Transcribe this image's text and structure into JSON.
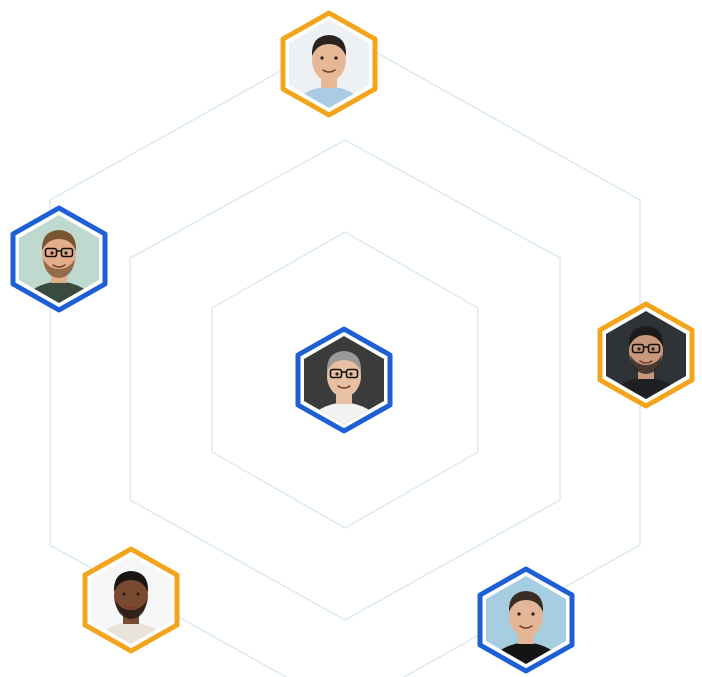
{
  "colors": {
    "ring": "#dcebf2",
    "orange": "#f2a51c",
    "blue": "#1e5fd6"
  },
  "avatars": [
    {
      "name": "avatar-top",
      "border": "orange",
      "bg": "#eef1f3",
      "skin": "#e6b896",
      "hair": "#2b2220",
      "shirt": "#a9cbe4",
      "glasses": false,
      "beard": false
    },
    {
      "name": "avatar-left",
      "border": "blue",
      "bg": "#bfd9cf",
      "skin": "#e2ae8c",
      "hair": "#7a5533",
      "shirt": "#3a4a3f",
      "glasses": true,
      "beard": true
    },
    {
      "name": "avatar-center",
      "border": "blue",
      "bg": "#3b3b3b",
      "skin": "#e8c0a5",
      "hair": "#9a9a9a",
      "shirt": "#f2f2f2",
      "glasses": true,
      "beard": false
    },
    {
      "name": "avatar-right",
      "border": "orange",
      "bg": "#2f3236",
      "skin": "#c9987a",
      "hair": "#1b1b1b",
      "shirt": "#1d1f22",
      "glasses": true,
      "beard": true
    },
    {
      "name": "avatar-bottom-left",
      "border": "orange",
      "bg": "#f4f6f7",
      "skin": "#7a4a30",
      "hair": "#1a1412",
      "shirt": "#e9e2da",
      "glasses": false,
      "beard": true
    },
    {
      "name": "avatar-bottom-right",
      "border": "blue",
      "bg": "#a7cde0",
      "skin": "#e3b697",
      "hair": "#3a2c24",
      "shirt": "#141414",
      "glasses": false,
      "beard": false
    }
  ]
}
